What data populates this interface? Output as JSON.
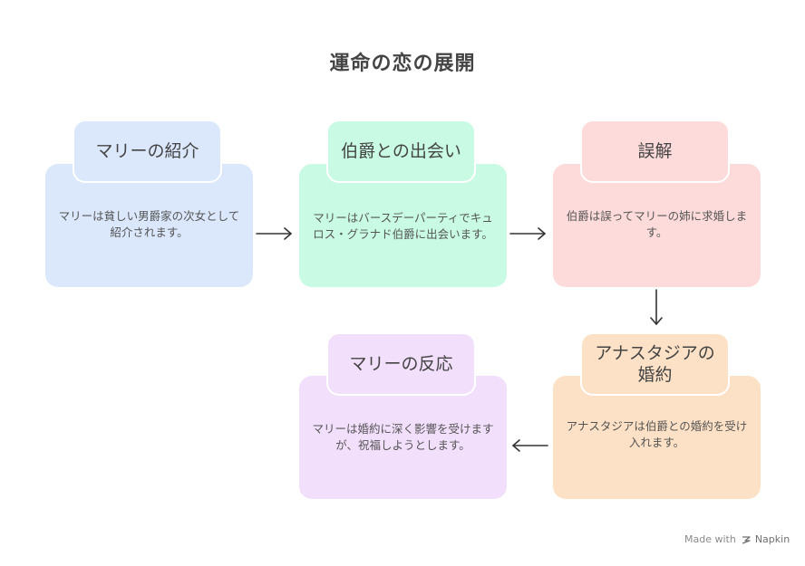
{
  "title": "運命の恋の展開",
  "steps": [
    {
      "heading": "マリーの紹介",
      "body": "マリーは貧しい男爵家の次女として紹介されます。",
      "color": "#dbe8fc"
    },
    {
      "heading": "伯爵との出会い",
      "body": "マリーはバースデーパーティでキュロス・グラナド伯爵に出会います。",
      "color": "#c9fbe4"
    },
    {
      "heading": "誤解",
      "body": "伯爵は誤ってマリーの姉に求婚します。",
      "color": "#fddbdb"
    },
    {
      "heading": "アナスタジアの婚約",
      "body": "アナスタジアは伯爵との婚約を受け入れます。",
      "color": "#fde1c6"
    },
    {
      "heading": "マリーの反応",
      "body": "マリーは婚約に深く影響を受けますが、祝福しようとします。",
      "color": "#f2dffc"
    }
  ],
  "watermark": {
    "prefix": "Made with",
    "brand": "Napkin",
    "icon": "napkin-logo-icon"
  },
  "colors": {
    "title": "#444444",
    "text": "#555555",
    "arrow": "#333333"
  }
}
